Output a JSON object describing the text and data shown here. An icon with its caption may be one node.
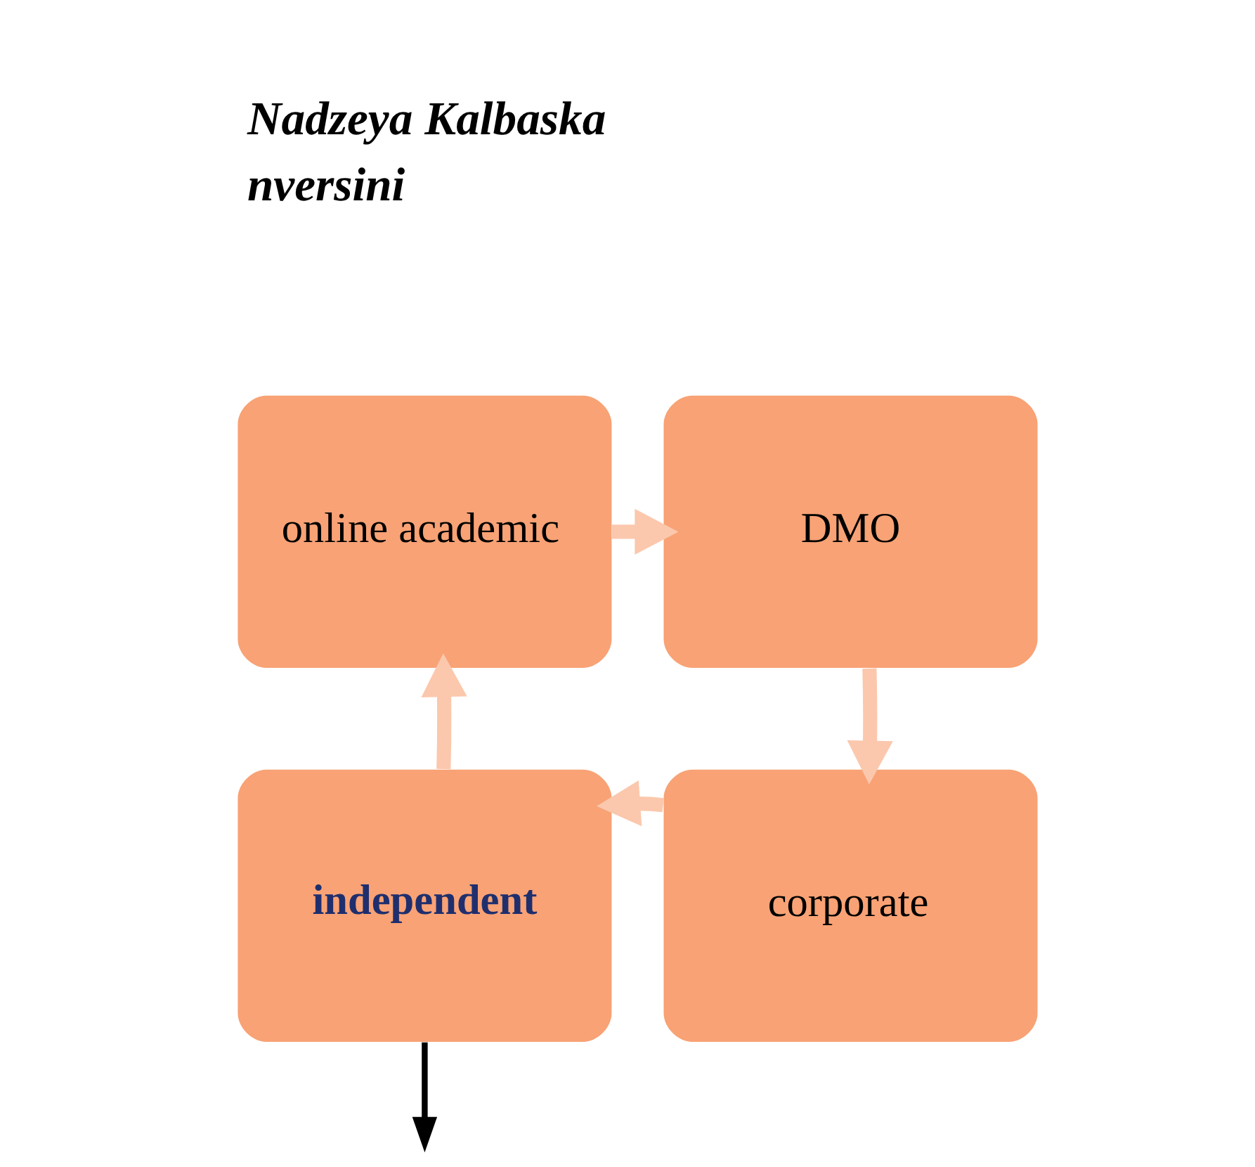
{
  "diagram": {
    "nodes": [
      {
        "text": [
          "online academic"
        ]
      },
      {
        "text": [
          "DMO"
        ]
      },
      {
        "text": [
          "corporate"
        ]
      },
      {
        "text": [
          "independent"
        ]
      }
    ],
    "edges": [
      {
        "from": 0,
        "to": 1,
        "arrow": "to"
      },
      {
        "from": 1,
        "to": 2,
        "arrow": "to"
      },
      {
        "from": 2,
        "to": 3,
        "arrow": "to"
      },
      {
        "from": 3,
        "to": 0,
        "arrow": "to"
      },
      {
        "from": 3,
        "to": null,
        "arrow": "to",
        "color": "#000000"
      }
    ],
    "labels": [
      "Nadzeya Kalbaska",
      "nversini"
    ]
  }
}
